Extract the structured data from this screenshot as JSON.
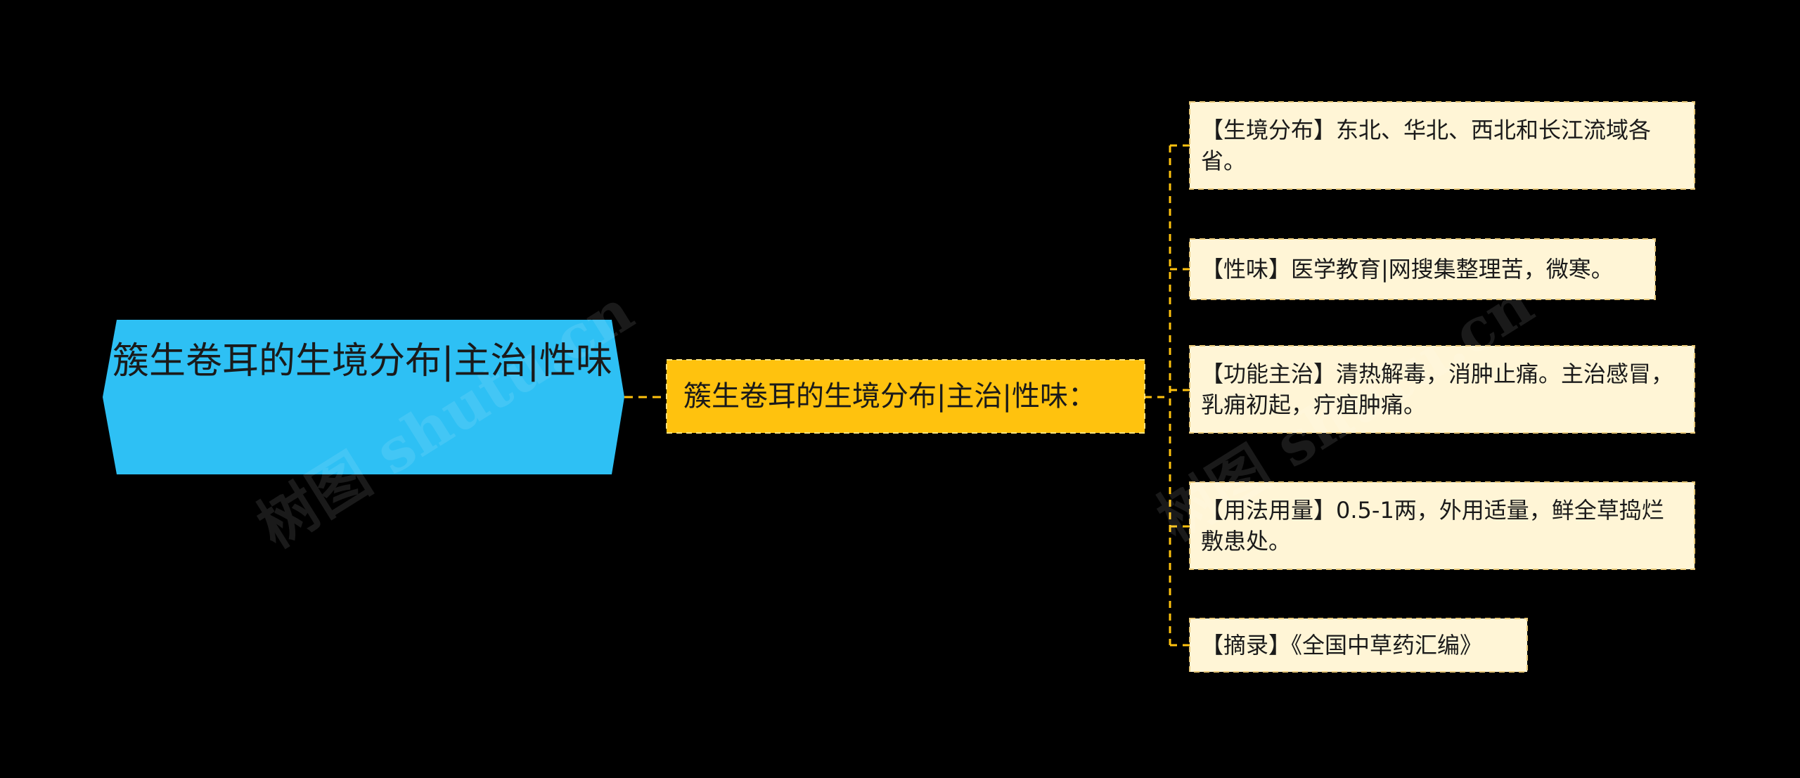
{
  "colors": {
    "background": "#000000",
    "root_fill": "#2EC0F4",
    "mid_fill": "#FFC20E",
    "mid_border": "#FFE27A",
    "leaf_fill": "#FFF5D6",
    "leaf_border": "#E8C878",
    "connector": "#FFC20E"
  },
  "root": {
    "text": "簇生卷耳的生境分布|主治|性味"
  },
  "branch": {
    "text": "簇生卷耳的生境分布|主治|性味："
  },
  "leaves": [
    {
      "text": "【生境分布】东北、华北、西北和长江流域各省。"
    },
    {
      "text": "【性味】医学教育|网搜集整理苦，微寒。"
    },
    {
      "text": "【功能主治】清热解毒，消肿止痛。主治感冒，乳痈初起，疔疽肿痛。"
    },
    {
      "text": "【用法用量】0.5-1两，外用适量，鲜全草捣烂敷患处。"
    },
    {
      "text": "【摘录】《全国中草药汇编》"
    }
  ],
  "watermarks": [
    {
      "text": "树图 shutu.cn"
    },
    {
      "text": "树图 shutu.cn"
    }
  ]
}
